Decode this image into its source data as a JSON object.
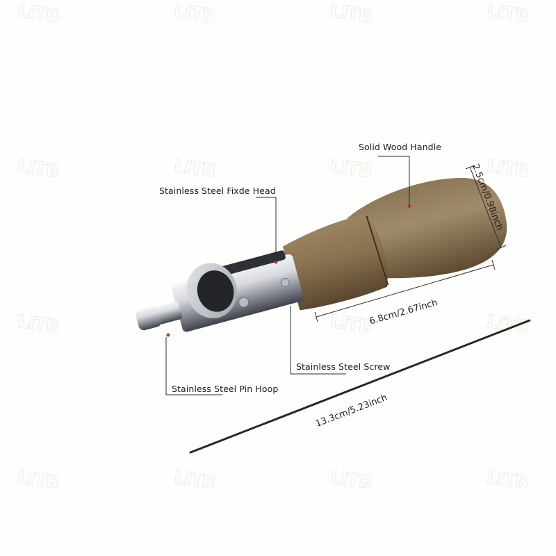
{
  "watermark": {
    "text": "LITB"
  },
  "callouts": {
    "handle": "Solid Wood Handle",
    "head": "Stainless Steel Fixde Head",
    "screw": "Stainless Steel Screw",
    "pin_hoop": "Stainless Steel Pin Hoop"
  },
  "dimensions": {
    "handle_diameter": "2.5cm/0.98inch",
    "handle_length": "6.8cm/2.67inch",
    "needle_length": "13.3cm/5.23inch"
  },
  "colors": {
    "background": "#fefefc",
    "wood": "#8a7150",
    "wood_dark": "#5e4a30",
    "steel": "#c9ccd2",
    "thread": "#2a2a2a",
    "line": "#2b2b2b",
    "marker": "#c0392b"
  }
}
